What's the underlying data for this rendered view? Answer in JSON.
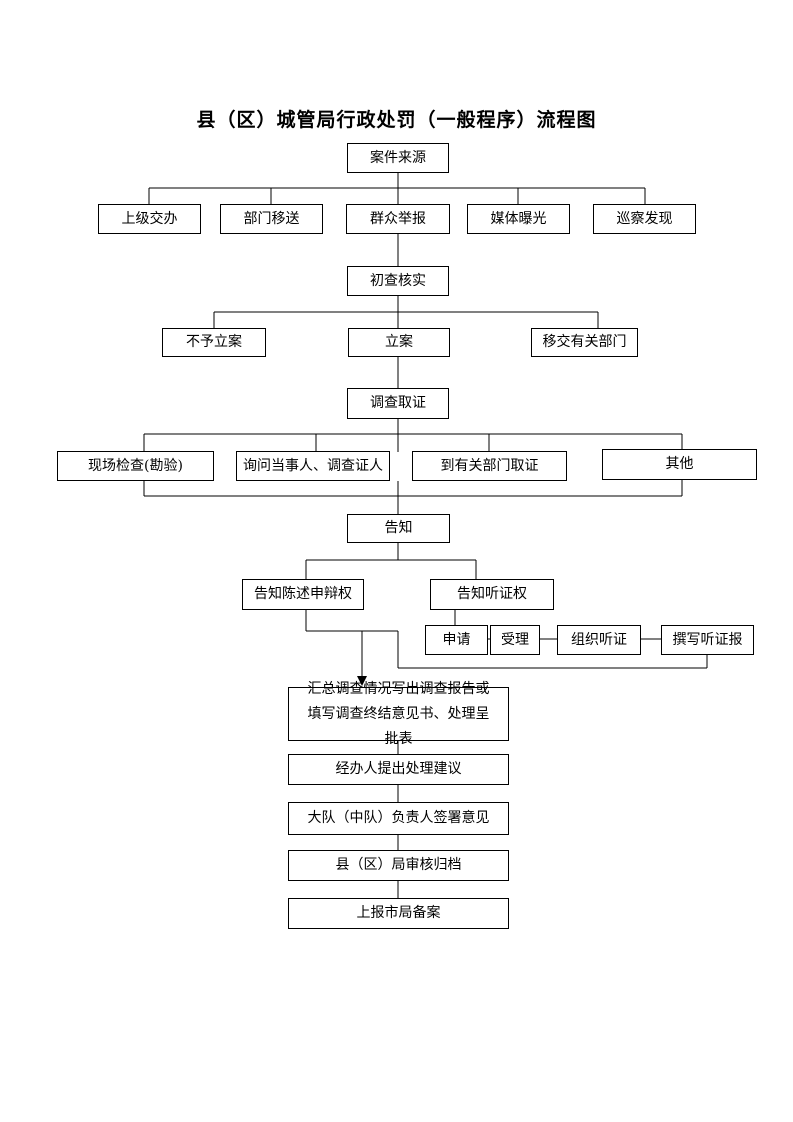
{
  "title": "县（区）城管局行政处罚（一般程序）流程图",
  "nodes": {
    "source": "案件来源",
    "src_superior": "上级交办",
    "src_department": "部门移送",
    "src_public": "群众举报",
    "src_media": "媒体曝光",
    "src_patrol": "巡察发现",
    "initial_check": "初查核实",
    "no_case": "不予立案",
    "file_case": "立案",
    "transfer": "移交有关部门",
    "investigate": "调查取证",
    "inspect": "现场检查(勘验)",
    "inquire": "询问当事人、调查证人",
    "dept_evidence": "到有关部门取证",
    "other": "其他",
    "notify": "告知",
    "notify_defense": "告知陈述申辩权",
    "notify_hearing": "告知听证权",
    "apply": "申请",
    "accept": "受理",
    "organize_hearing": "组织听证",
    "write_hearing": "撰写听证报",
    "summary": "汇总调查情况写出调查报告或填写调查终结意见书、处理呈批表",
    "handler_advice": "经办人提出处理建议",
    "team_leader": "大队（中队）负责人签署意见",
    "county_review": "县（区）局审核归档",
    "report_city": "上报市局备案"
  }
}
